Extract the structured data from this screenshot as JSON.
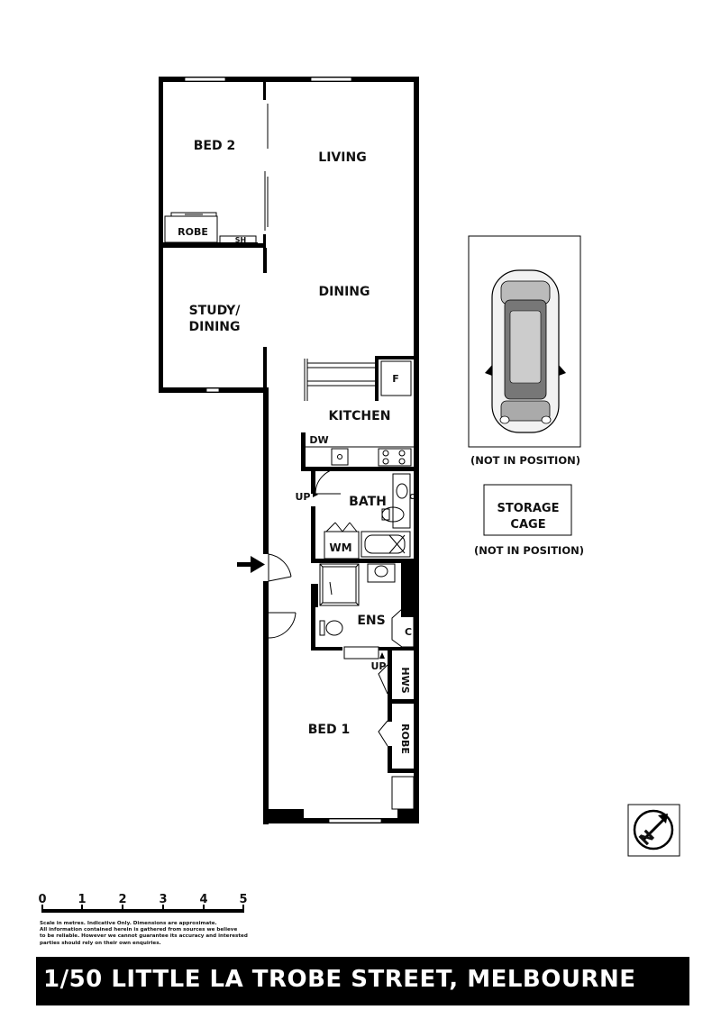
{
  "rooms": {
    "bed2": "BED 2",
    "living": "LIVING",
    "robe_top": "ROBE",
    "sh": "SH",
    "dining": "DINING",
    "study_line1": "STUDY/",
    "study_line2": "DINING",
    "fridge": "F",
    "kitchen": "KITCHEN",
    "dw": "DW",
    "bath": "BATH",
    "up_bath": "UP",
    "c_bath": "C",
    "wm": "WM",
    "ens": "ENS",
    "c_ens": "C",
    "up_ens": "UP",
    "hws": "HWS",
    "bed1": "BED 1",
    "robe_bottom": "ROBE"
  },
  "parking": {
    "note": "(NOT IN POSITION)"
  },
  "storage": {
    "line1": "STORAGE",
    "line2": "CAGE",
    "note": "(NOT IN POSITION)"
  },
  "compass": {
    "letter": "N"
  },
  "scale": {
    "ticks": [
      "0",
      "1",
      "2",
      "3",
      "4",
      "5"
    ]
  },
  "disclaimer": [
    "Scale in metres. Indicative Only. Dimensions are approximate.",
    "All information contained herein is gathered from sources we believe",
    "to be reliable. However we cannot guarantee its accuracy and interested",
    "parties should rely on their own enquiries."
  ],
  "address": "1/50 LITTLE LA TROBE STREET, MELBOURNE"
}
